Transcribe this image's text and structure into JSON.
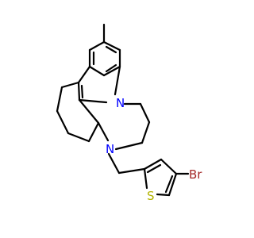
{
  "molecule": {
    "atoms": {
      "n1": {
        "symbol": "N"
      },
      "n2": {
        "symbol": "N"
      },
      "s": {
        "symbol": "S"
      },
      "br": {
        "symbol": "Br"
      }
    }
  },
  "colors": {
    "bond": "#000000",
    "nitrogen": "#0000ff",
    "sulfur": "#b3b300",
    "bromine": "#a52a2a",
    "background": "#ffffff"
  }
}
